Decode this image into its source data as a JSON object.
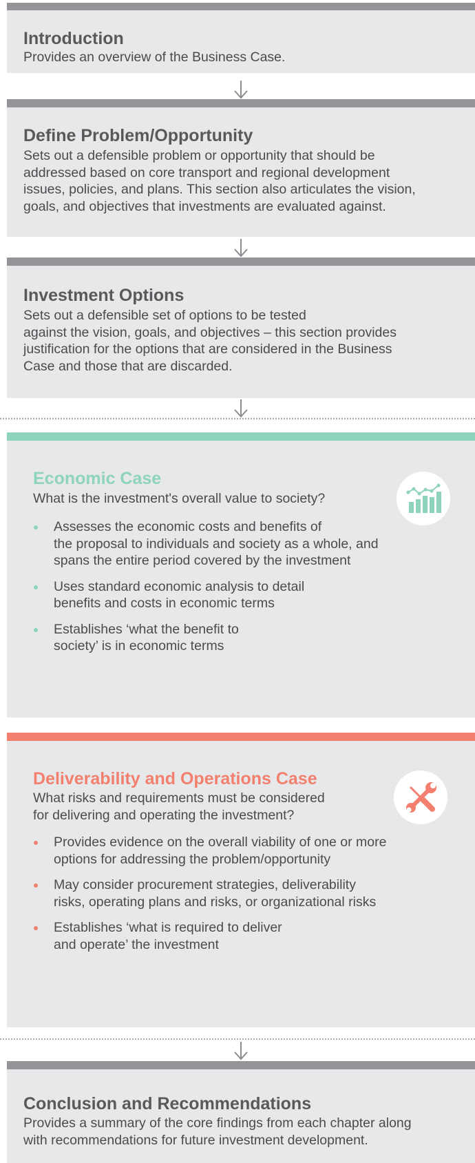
{
  "introduction": {
    "title": "Introduction",
    "description": "Provides an overview of the Business Case."
  },
  "define_problem": {
    "title": "Define Problem/Opportunity",
    "lines": [
      "Sets out a defensible problem or opportunity that should be",
      "addressed based on core transport and regional development",
      "issues, policies, and plans. This section also articulates the vision,",
      "goals, and objectives that investments are evaluated against."
    ]
  },
  "investment_options": {
    "title": "Investment Options",
    "lines": [
      "Sets out a defensible set of options to be tested",
      "against the vision, goals, and objectives – this section provides",
      "justification for the options that are considered in the Business",
      "Case and those that are discarded."
    ]
  },
  "economic_case": {
    "title": "Economic Case",
    "question": "What is the investment's overall value to society?",
    "icon": "growth-chart-icon",
    "bullets": [
      [
        "Assesses the economic costs and benefits of",
        "the proposal to individuals and society as a whole, and",
        "spans the entire period covered by the investment"
      ],
      [
        "Uses standard economic analysis to detail",
        "benefits and costs in economic terms"
      ],
      [
        "Establishes ‘what the benefit to",
        "society’ is in economic terms"
      ]
    ]
  },
  "deliverability_case": {
    "title": "Deliverability and Operations Case",
    "question_lines": [
      "What risks and requirements must be considered",
      "for delivering and operating the investment?"
    ],
    "icon": "wrench-screwdriver-icon",
    "bullets": [
      [
        "Provides evidence on the overall viability of one or more",
        "options for addressing the problem/opportunity"
      ],
      [
        "May consider procurement strategies, deliverability",
        "risks, operating plans and risks, or organizational risks"
      ],
      [
        "Establishes ‘what is required to deliver",
        "and operate’ the investment"
      ]
    ]
  },
  "conclusion": {
    "title": "Conclusion and Recommendations",
    "lines": [
      "Provides a summary of the core findings from each chapter along",
      "with recommendations for future investment development."
    ]
  },
  "colors": {
    "card_bg": "#e7e8ea",
    "gray_bar": "#939598",
    "teal": "#8dd3bd",
    "coral": "#f3806e",
    "text": "#4b4b4d"
  }
}
